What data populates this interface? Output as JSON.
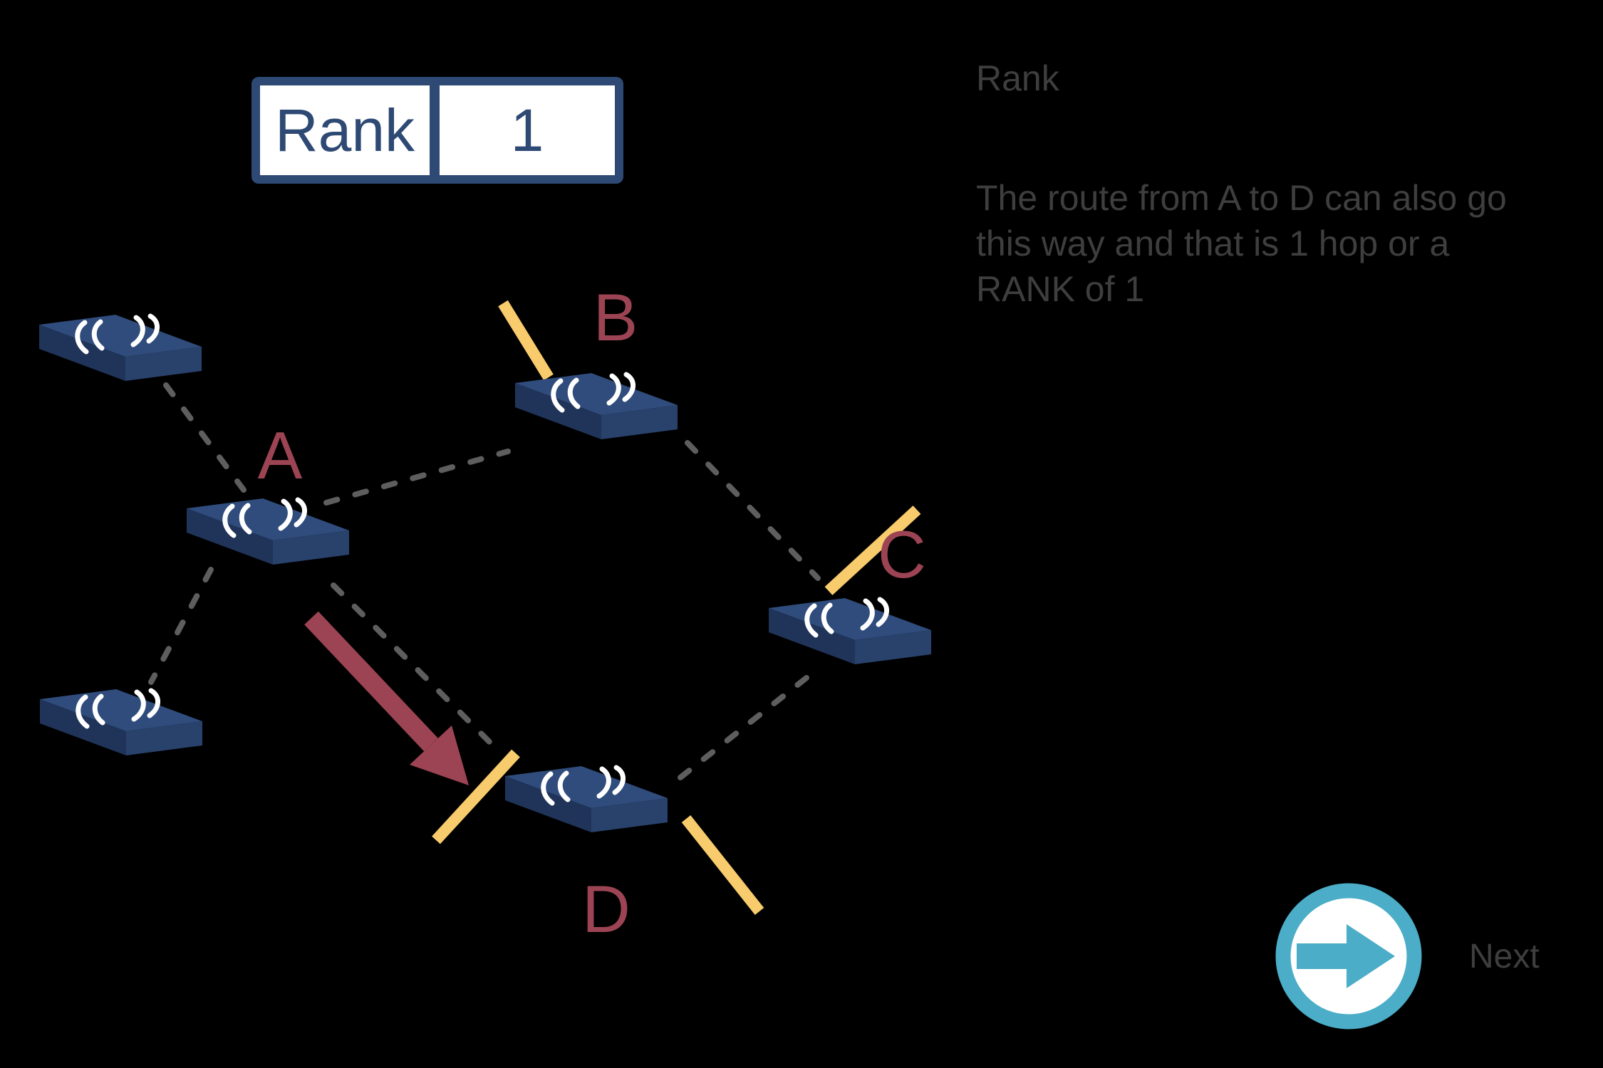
{
  "rank_box": {
    "label": "Rank",
    "value": "1"
  },
  "side_panel": {
    "heading": "Rank",
    "body_lines": [
      "The route from A to D can also go",
      "this way and that is 1 hop or a",
      "RANK of 1"
    ]
  },
  "node_labels": {
    "a": "A",
    "b": "B",
    "c": "C",
    "d": "D"
  },
  "next_button": {
    "label": "Next"
  },
  "icons": {
    "node": "wireless-access-point-3d-box",
    "waves": "wifi-waves",
    "next": "right-arrow-in-circle"
  },
  "colors": {
    "background": "#000000",
    "node_top": "#2F4C7C",
    "node_front": "#29426C",
    "node_side": "#20345A",
    "wifi_waves": "#FFFFFF",
    "link_dash_gray": "#5E5E5E",
    "link_break_yellow": "#F8CB6C",
    "route_maroon": "#9C4453",
    "rank_navy": "#2E4A74",
    "panel_text_gray": "#3E3E3E",
    "next_teal": "#4BADC7"
  }
}
